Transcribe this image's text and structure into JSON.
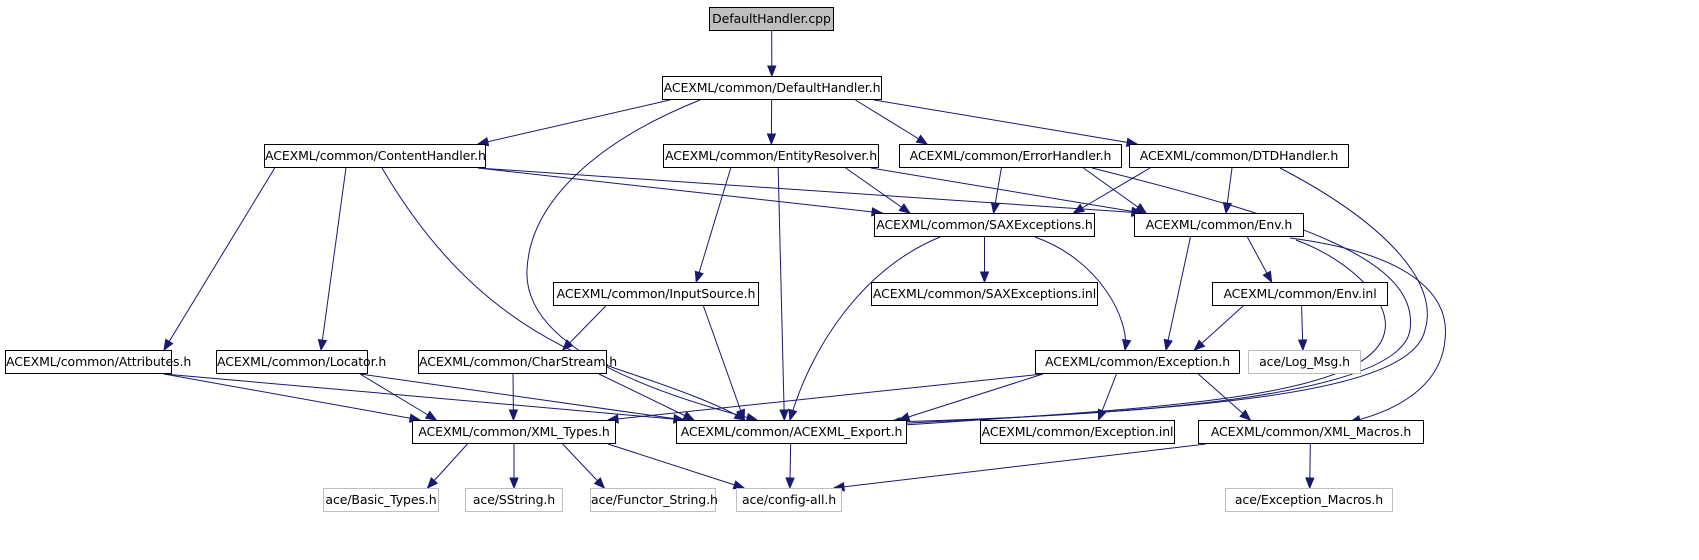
{
  "title": "DefaultHandler.cpp include dependency graph",
  "colors": {
    "edge": "#191970",
    "root_fill": "#bfbfbf",
    "node_border": "#000000",
    "external_border": "#bfbfbf"
  },
  "nodes": [
    {
      "id": "cpp",
      "label": "DefaultHandler.cpp",
      "kind": "root"
    },
    {
      "id": "defh",
      "label": "ACEXML/common/DefaultHandler.h",
      "kind": "file"
    },
    {
      "id": "content",
      "label": "ACEXML/common/ContentHandler.h",
      "kind": "file"
    },
    {
      "id": "entity",
      "label": "ACEXML/common/EntityResolver.h",
      "kind": "file"
    },
    {
      "id": "error",
      "label": "ACEXML/common/ErrorHandler.h",
      "kind": "file"
    },
    {
      "id": "dtd",
      "label": "ACEXML/common/DTDHandler.h",
      "kind": "file"
    },
    {
      "id": "saxexc",
      "label": "ACEXML/common/SAXExceptions.h",
      "kind": "file"
    },
    {
      "id": "env",
      "label": "ACEXML/common/Env.h",
      "kind": "file"
    },
    {
      "id": "input",
      "label": "ACEXML/common/InputSource.h",
      "kind": "file"
    },
    {
      "id": "saxinl",
      "label": "ACEXML/common/SAXExceptions.inl",
      "kind": "file"
    },
    {
      "id": "envinl",
      "label": "ACEXML/common/Env.inl",
      "kind": "file"
    },
    {
      "id": "attr",
      "label": "ACEXML/common/Attributes.h",
      "kind": "file"
    },
    {
      "id": "locator",
      "label": "ACEXML/common/Locator.h",
      "kind": "file"
    },
    {
      "id": "charstream",
      "label": "ACEXML/common/CharStream.h",
      "kind": "file"
    },
    {
      "id": "exception",
      "label": "ACEXML/common/Exception.h",
      "kind": "file"
    },
    {
      "id": "logmsg",
      "label": "ace/Log_Msg.h",
      "kind": "external"
    },
    {
      "id": "xmltypes",
      "label": "ACEXML/common/XML_Types.h",
      "kind": "file"
    },
    {
      "id": "export",
      "label": "ACEXML/common/ACEXML_Export.h",
      "kind": "file"
    },
    {
      "id": "excinl",
      "label": "ACEXML/common/Exception.inl",
      "kind": "file"
    },
    {
      "id": "macros",
      "label": "ACEXML/common/XML_Macros.h",
      "kind": "file"
    },
    {
      "id": "basic",
      "label": "ace/Basic_Types.h",
      "kind": "external"
    },
    {
      "id": "sstring",
      "label": "ace/SString.h",
      "kind": "external"
    },
    {
      "id": "functor",
      "label": "ace/Functor_String.h",
      "kind": "external"
    },
    {
      "id": "config",
      "label": "ace/config-all.h",
      "kind": "external"
    },
    {
      "id": "excmacros",
      "label": "ace/Exception_Macros.h",
      "kind": "external"
    }
  ],
  "edges": [
    {
      "from": "cpp",
      "to": "defh"
    },
    {
      "from": "defh",
      "to": "content"
    },
    {
      "from": "defh",
      "to": "entity"
    },
    {
      "from": "defh",
      "to": "error"
    },
    {
      "from": "defh",
      "to": "dtd"
    },
    {
      "from": "defh",
      "to": "export"
    },
    {
      "from": "content",
      "to": "attr"
    },
    {
      "from": "content",
      "to": "locator"
    },
    {
      "from": "content",
      "to": "saxexc"
    },
    {
      "from": "content",
      "to": "env"
    },
    {
      "from": "content",
      "to": "export"
    },
    {
      "from": "entity",
      "to": "input"
    },
    {
      "from": "entity",
      "to": "saxexc"
    },
    {
      "from": "entity",
      "to": "env"
    },
    {
      "from": "entity",
      "to": "export"
    },
    {
      "from": "error",
      "to": "saxexc"
    },
    {
      "from": "error",
      "to": "env"
    },
    {
      "from": "error",
      "to": "export"
    },
    {
      "from": "dtd",
      "to": "saxexc"
    },
    {
      "from": "dtd",
      "to": "env"
    },
    {
      "from": "dtd",
      "to": "export"
    },
    {
      "from": "saxexc",
      "to": "saxinl"
    },
    {
      "from": "saxexc",
      "to": "exception"
    },
    {
      "from": "saxexc",
      "to": "export"
    },
    {
      "from": "env",
      "to": "envinl"
    },
    {
      "from": "env",
      "to": "exception"
    },
    {
      "from": "env",
      "to": "export"
    },
    {
      "from": "env",
      "to": "macros"
    },
    {
      "from": "envinl",
      "to": "exception"
    },
    {
      "from": "envinl",
      "to": "logmsg"
    },
    {
      "from": "input",
      "to": "charstream"
    },
    {
      "from": "input",
      "to": "export"
    },
    {
      "from": "attr",
      "to": "xmltypes"
    },
    {
      "from": "attr",
      "to": "export"
    },
    {
      "from": "locator",
      "to": "xmltypes"
    },
    {
      "from": "locator",
      "to": "export"
    },
    {
      "from": "charstream",
      "to": "xmltypes"
    },
    {
      "from": "charstream",
      "to": "export"
    },
    {
      "from": "exception",
      "to": "xmltypes"
    },
    {
      "from": "exception",
      "to": "export"
    },
    {
      "from": "exception",
      "to": "excinl"
    },
    {
      "from": "exception",
      "to": "macros"
    },
    {
      "from": "xmltypes",
      "to": "basic"
    },
    {
      "from": "xmltypes",
      "to": "sstring"
    },
    {
      "from": "xmltypes",
      "to": "functor"
    },
    {
      "from": "xmltypes",
      "to": "config"
    },
    {
      "from": "export",
      "to": "config"
    },
    {
      "from": "macros",
      "to": "config"
    },
    {
      "from": "macros",
      "to": "excmacros"
    }
  ]
}
